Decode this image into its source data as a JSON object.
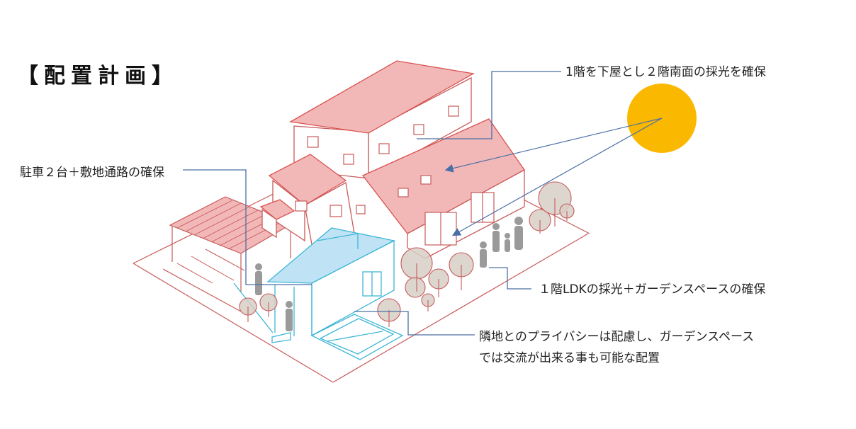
{
  "title": "【配置計画】",
  "callouts": {
    "upper_floor": "1階を下屋とし２階南面の採光を確保",
    "parking": "駐車２台＋敷地通路の確保",
    "ldk": "１階LDKの採光＋ガーデンスペースの確保",
    "privacy_line1": "隣地とのプライバシーは配慮し、ガーデンスペース",
    "privacy_line2": "では交流が出来る事も可能な配置"
  },
  "colors": {
    "roof": "#f2b8b8",
    "roof_line": "#d9534f",
    "wall_line": "#c85a5a",
    "sun": "#fbb800",
    "leader": "#4a6fa5",
    "glass": "#bfe3f5",
    "cyan_line": "#3fb6d6",
    "tree_fill": "#d7cfc6",
    "tree_line": "#c85a5a",
    "person": "#9a9a9a"
  },
  "icons": [
    "sun-icon"
  ]
}
